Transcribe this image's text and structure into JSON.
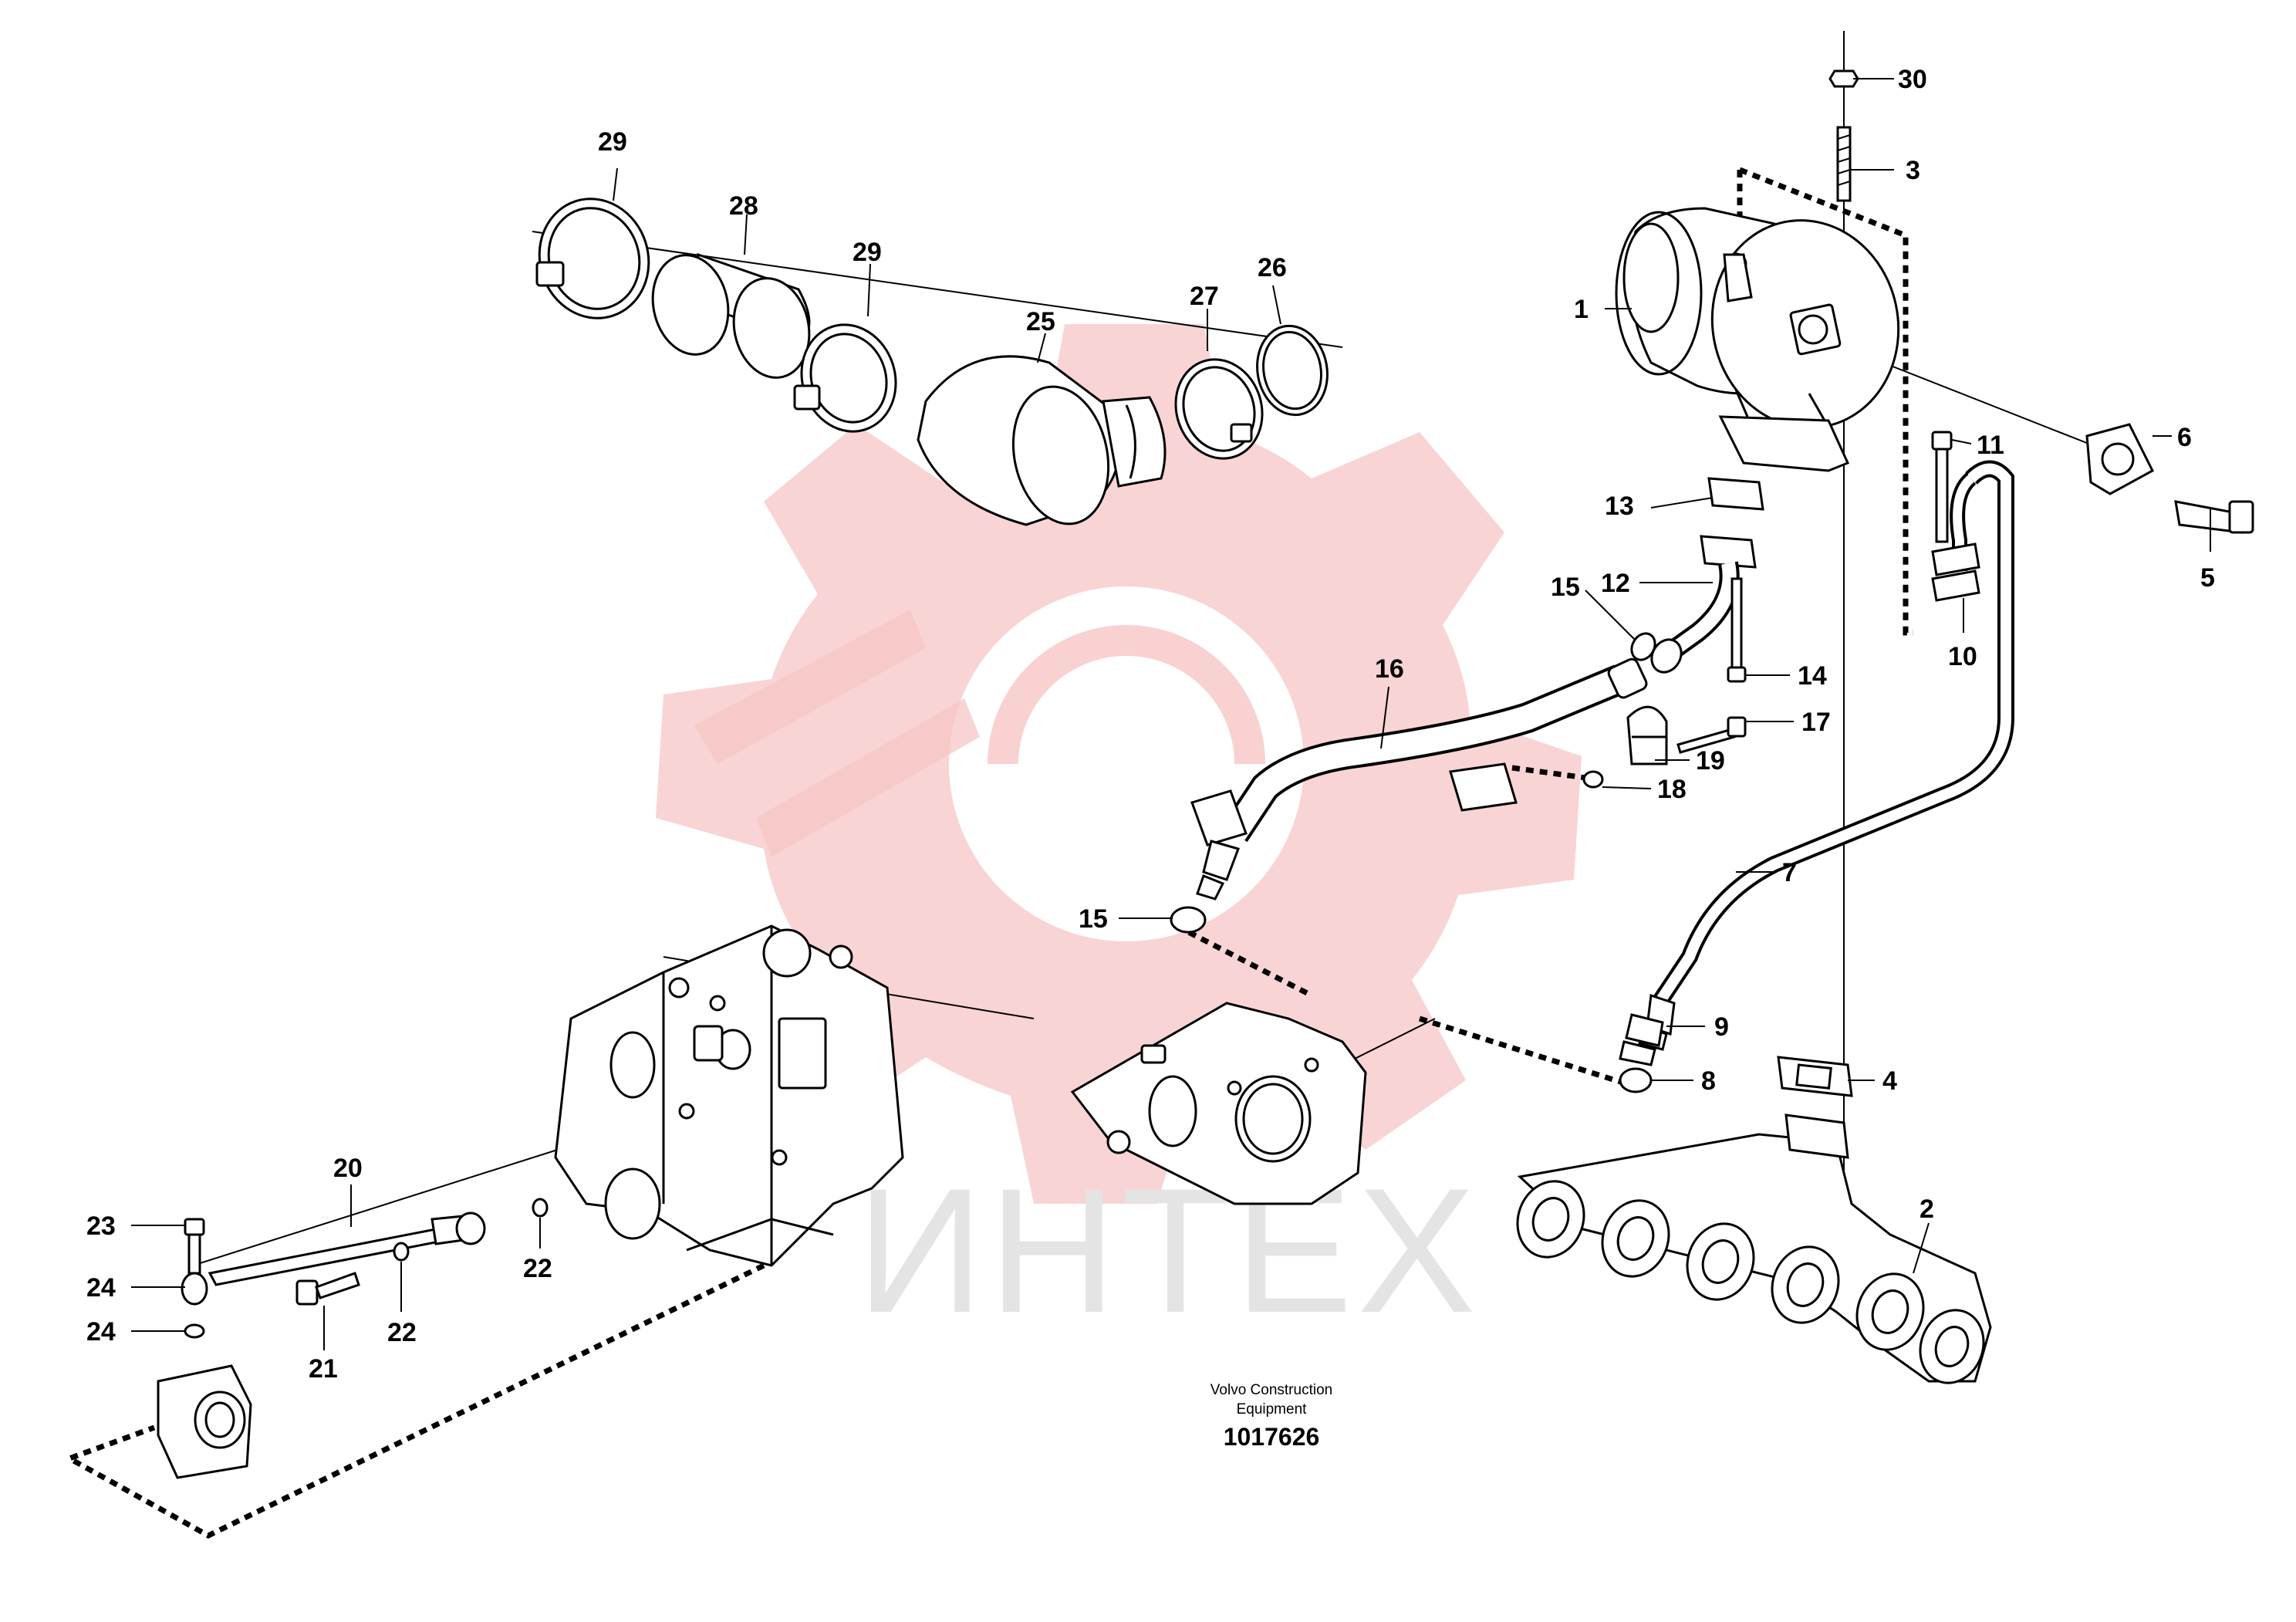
{
  "watermark": {
    "text": "ИНТЕХ",
    "gear_color": "#f7c6c6",
    "text_color": "#e4e4e4"
  },
  "caption": {
    "line1": "Volvo Construction",
    "line2": "Equipment",
    "number": "1017626"
  },
  "callouts": [
    {
      "id": "c30",
      "label": "30"
    },
    {
      "id": "c3",
      "label": "3"
    },
    {
      "id": "c1",
      "label": "1"
    },
    {
      "id": "c6",
      "label": "6"
    },
    {
      "id": "c5",
      "label": "5"
    },
    {
      "id": "c11",
      "label": "11"
    },
    {
      "id": "c10",
      "label": "10"
    },
    {
      "id": "c13",
      "label": "13"
    },
    {
      "id": "c12",
      "label": "12"
    },
    {
      "id": "c14",
      "label": "14"
    },
    {
      "id": "c15a",
      "label": "15"
    },
    {
      "id": "c15b",
      "label": "15"
    },
    {
      "id": "c16",
      "label": "16"
    },
    {
      "id": "c17",
      "label": "17"
    },
    {
      "id": "c19",
      "label": "19"
    },
    {
      "id": "c18",
      "label": "18"
    },
    {
      "id": "c7",
      "label": "7"
    },
    {
      "id": "c9",
      "label": "9"
    },
    {
      "id": "c8",
      "label": "8"
    },
    {
      "id": "c4",
      "label": "4"
    },
    {
      "id": "c2",
      "label": "2"
    },
    {
      "id": "c29a",
      "label": "29"
    },
    {
      "id": "c28",
      "label": "28"
    },
    {
      "id": "c29b",
      "label": "29"
    },
    {
      "id": "c25",
      "label": "25"
    },
    {
      "id": "c27",
      "label": "27"
    },
    {
      "id": "c26",
      "label": "26"
    },
    {
      "id": "c23",
      "label": "23"
    },
    {
      "id": "c24a",
      "label": "24"
    },
    {
      "id": "c24b",
      "label": "24"
    },
    {
      "id": "c20",
      "label": "20"
    },
    {
      "id": "c21",
      "label": "21"
    },
    {
      "id": "c22a",
      "label": "22"
    },
    {
      "id": "c22b",
      "label": "22"
    }
  ]
}
